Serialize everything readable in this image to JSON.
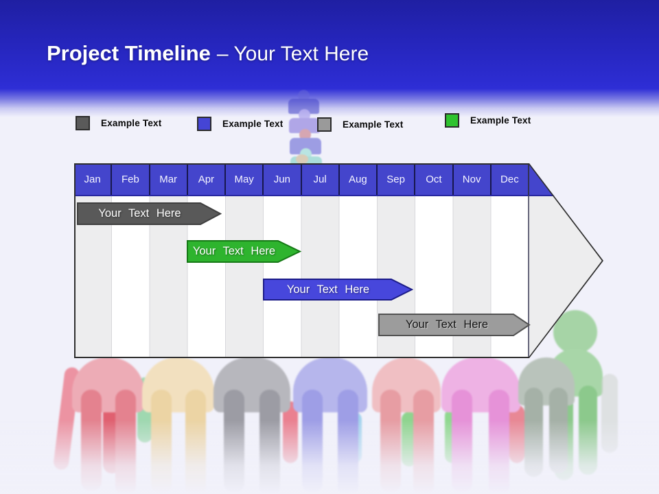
{
  "slide": {
    "title_main": "Project Timeline",
    "title_suffix": "– Your Text Here"
  },
  "legend": {
    "items": [
      {
        "label": "Example Text",
        "color": "#5a5a5a"
      },
      {
        "label": "Example Text",
        "color": "#4545d5"
      },
      {
        "label": "Example Text",
        "color": "#9a9a9a"
      },
      {
        "label": "Example Text",
        "color": "#2fc32f"
      }
    ]
  },
  "timeline": {
    "months": [
      "Jan",
      "Feb",
      "Mar",
      "Apr",
      "May",
      "Jun",
      "Jul",
      "Aug",
      "Sep",
      "Oct",
      "Nov",
      "Dec"
    ],
    "header_color": "#4445cc",
    "bars": [
      {
        "label": "Your Text Here",
        "color": "#595959",
        "border": "#3f3f3f",
        "text_color": "#ffffff",
        "start_month": "Jan",
        "end_month": "Mar"
      },
      {
        "label": "Your Text Here",
        "color": "#2eb42e",
        "border": "#157815",
        "text_color": "#ffffff",
        "start_month": "Apr",
        "end_month": "Jun"
      },
      {
        "label": "Your Text Here",
        "color": "#4747dc",
        "border": "#1c1c88",
        "text_color": "#ffffff",
        "start_month": "Jun",
        "end_month": "Sep"
      },
      {
        "label": "Your Text Here",
        "color": "#9c9c9c",
        "border": "#525252",
        "text_color": "#141414",
        "start_month": "Sep",
        "end_month": "Dec"
      }
    ]
  },
  "decor": {
    "people_palette": [
      "#edacb6",
      "#f2e0bf",
      "#b7b7bd",
      "#b6b6ec",
      "#f0bfc3",
      "#eeb2e4",
      "#b9c3bb",
      "#a8d6a8"
    ]
  }
}
